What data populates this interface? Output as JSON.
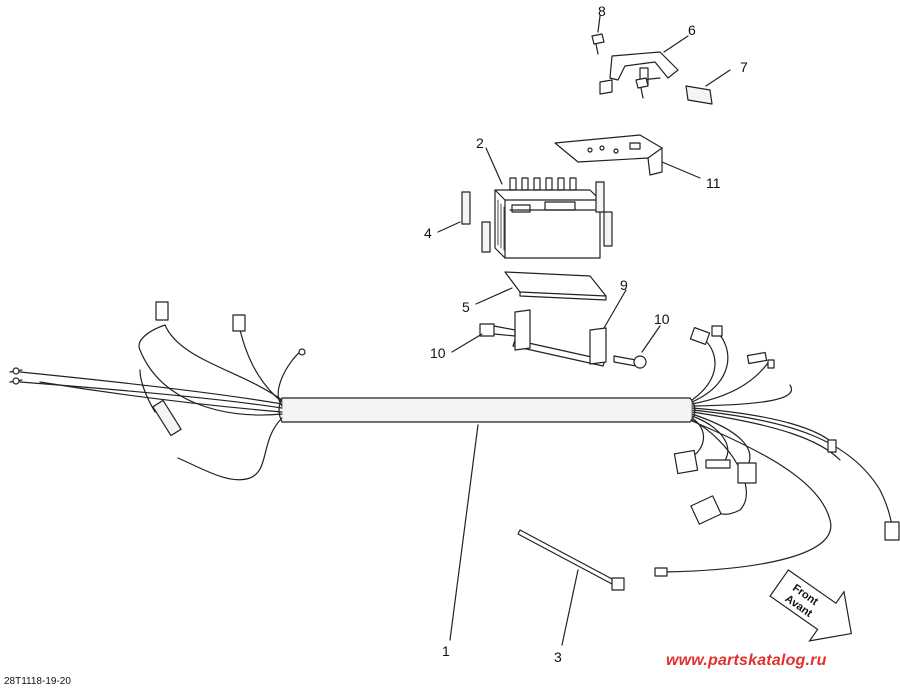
{
  "diagram": {
    "callouts": [
      "1",
      "2",
      "3",
      "4",
      "5",
      "6",
      "7",
      "8",
      "9",
      "10",
      "10",
      "11"
    ],
    "direction_arrow": {
      "line1": "Front",
      "line2": "Avant"
    },
    "drawing_code": "28T1118-19-20",
    "watermark": "www.partskatalog.ru",
    "colors": {
      "line": "#222222",
      "watermark": "#e0312c",
      "harness_fill": "#f4f4f4"
    }
  }
}
